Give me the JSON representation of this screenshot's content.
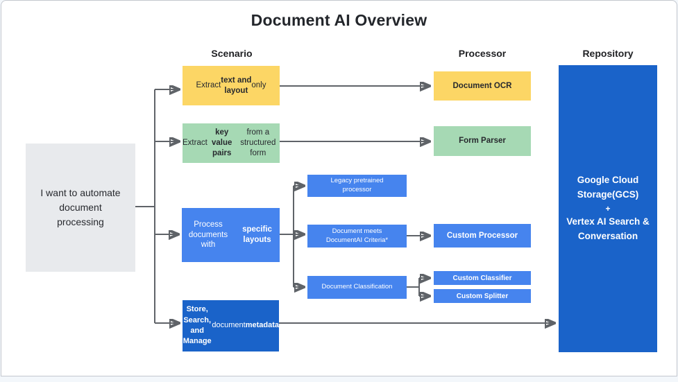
{
  "title": "Document AI Overview",
  "columns": {
    "scenario": "Scenario",
    "processor": "Processor",
    "repository": "Repository"
  },
  "start": {
    "text": "I want to automate\ndocument\nprocessing"
  },
  "scenarios": {
    "extract_text": {
      "segments": [
        {
          "t": "Extract ",
          "b": 0
        },
        {
          "t": "text and\nlayout",
          "b": 1
        },
        {
          "t": " only",
          "b": 0
        }
      ]
    },
    "extract_kv": {
      "segments": [
        {
          "t": "Extract ",
          "b": 0
        },
        {
          "t": "key value\npairs",
          "b": 1
        },
        {
          "t": " from a\nstructured form",
          "b": 0
        }
      ]
    },
    "specific_layouts": {
      "segments": [
        {
          "t": "Process documents\nwith ",
          "b": 0
        },
        {
          "t": "specific layouts",
          "b": 1
        }
      ]
    },
    "store_search": {
      "segments": [
        {
          "t": "Store, Search, and\nManage",
          "b": 1
        },
        {
          "t": " document\n",
          "b": 0
        },
        {
          "t": "metadata",
          "b": 1
        }
      ]
    }
  },
  "branches": {
    "legacy": "Legacy pretrained\nprocessor",
    "doc_meets": "Document meets\nDocumentAI Criteria*",
    "doc_class": "Document Classification"
  },
  "processors": {
    "document_ocr": "Document OCR",
    "form_parser": "Form Parser",
    "custom_processor": "Custom Processor",
    "custom_classifier": "Custom Classifier",
    "custom_splitter": "Custom Splitter"
  },
  "repository": {
    "lines": [
      "Google Cloud Storage(GCS)",
      "+",
      "Vertex AI Search & Conversation"
    ]
  },
  "colors": {
    "yellow": "#FCD665",
    "green": "#A6D9B4",
    "blue": "#4684EE",
    "dark_blue": "#1A63C9",
    "start_gray": "#E8EAED",
    "arrow_gray": "#5F6368"
  }
}
